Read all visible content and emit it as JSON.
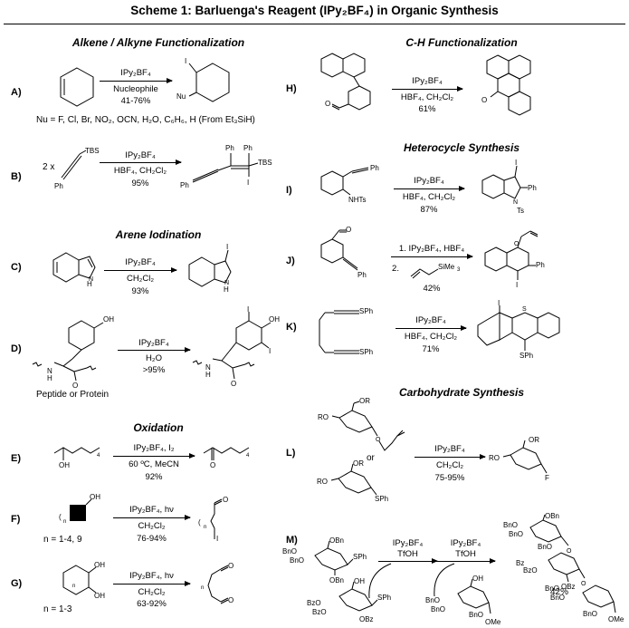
{
  "title": "Scheme 1: Barluenga's Reagent (IPy₂BF₄) in Organic Synthesis",
  "sections": {
    "alkene": "Alkene / Alkyne Functionalization",
    "arene": "Arene Iodination",
    "oxidation": "Oxidation",
    "ch": "C-H Functionalization",
    "heterocycle": "Heterocycle Synthesis",
    "carbohydrate": "Carbohydrate Synthesis"
  },
  "reactions": {
    "A": {
      "label": "A)",
      "reagent": "IPy₂BF₄",
      "cond1": "Nucleophile",
      "cond2": "41-76%",
      "note": "Nu = F, Cl, Br, NO₂, OCN, H₂O, C₆H₆, H (From Et₃SiH)"
    },
    "B": {
      "label": "B)",
      "reagent": "IPy₂BF₄",
      "cond1": "HBF₄, CH₂Cl₂",
      "cond2": "95%",
      "mult": "2  x"
    },
    "C": {
      "label": "C)",
      "reagent": "IPy₂BF₄",
      "cond1": "CH₂Cl₂",
      "cond2": "93%"
    },
    "D": {
      "label": "D)",
      "reagent": "IPy₂BF₄",
      "cond1": "H₂O",
      "cond2": ">95%",
      "note": "Peptide or Protein"
    },
    "E": {
      "label": "E)",
      "reagent": "IPy₂BF₄, I₂",
      "cond1": "60 ºC, MeCN",
      "cond2": "92%"
    },
    "F": {
      "label": "F)",
      "reagent": "IPy₂BF₄, hν",
      "cond1": "CH₂Cl₂",
      "cond2": "76-94%",
      "note": "n = 1-4, 9"
    },
    "G": {
      "label": "G)",
      "reagent": "IPy₂BF₄, hν",
      "cond1": "CH₂Cl₂",
      "cond2": "63-92%",
      "note": "n = 1-3"
    },
    "H": {
      "label": "H)",
      "reagent": "IPy₂BF₄",
      "cond1": "HBF₄, CH₂Cl₂",
      "cond2": "61%"
    },
    "I": {
      "label": "I)",
      "reagent": "IPy₂BF₄",
      "cond1": "HBF₄, CH₂Cl₂",
      "cond2": "87%"
    },
    "J": {
      "label": "J)",
      "reagent": "1. IPy₂BF₄, HBF₄",
      "cond1": "2.",
      "cond2": "42%"
    },
    "K": {
      "label": "K)",
      "reagent": "IPy₂BF₄",
      "cond1": "HBF₄, CH₂Cl₂",
      "cond2": "71%"
    },
    "L": {
      "label": "L)",
      "reagent": "IPy₂BF₄",
      "cond1": "CH₂Cl₂",
      "cond2": "75-95%",
      "or": "or"
    },
    "M": {
      "label": "M)",
      "reagent": "IPy₂BF₄",
      "cond1": "TfOH",
      "reagent2": "IPy₂BF₄",
      "cond2": "TfOH",
      "yield": "42%"
    }
  }
}
